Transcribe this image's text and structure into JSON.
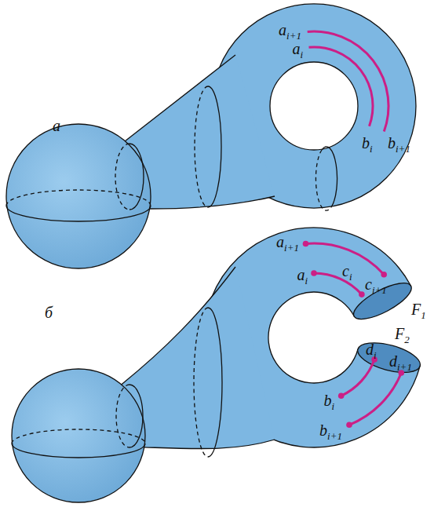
{
  "diagram": {
    "labels": [
      "а",
      "ai+1",
      "ai",
      "bi+1",
      "bi",
      "б",
      "ai+1",
      "ci+1",
      "ai",
      "ci",
      "F1",
      "F2",
      "di",
      "di+1",
      "bi",
      "bi+1"
    ]
  }
}
